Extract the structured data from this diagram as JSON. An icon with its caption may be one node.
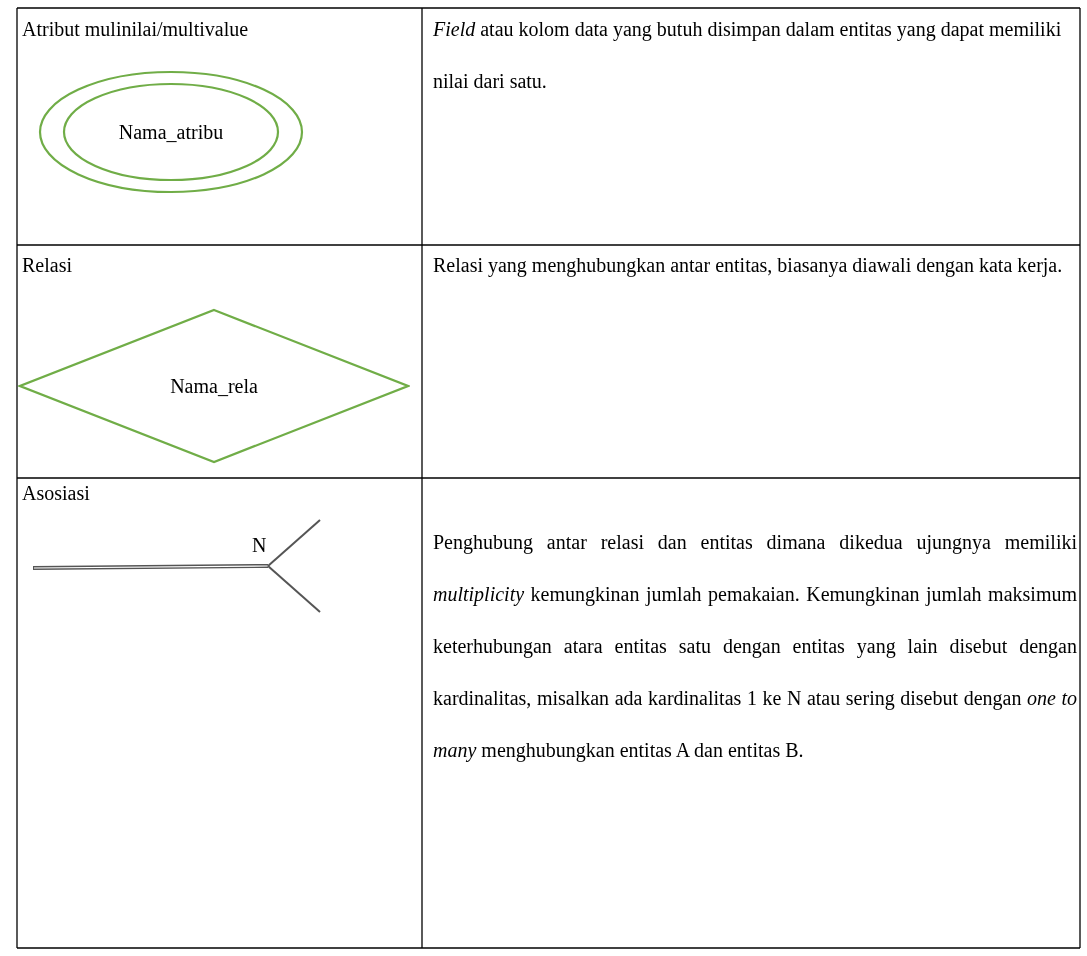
{
  "diagram": {
    "nodes": [
      {
        "text": [
          "Nama_atribu"
        ]
      },
      {
        "text": [
          "Nama_rela"
        ]
      }
    ],
    "edges": [],
    "labels": [
      "Atribut mulinilai/multivalue",
      "*Field* atau kolom data yang butuh disimpan dalam entitas yang dapat memiliki nilai dari satu.",
      "Relasi",
      "Relasi yang menghubungkan antar entitas, biasanya diawali dengan kata kerja.",
      "Asosiasi",
      "N",
      "Penghubung antar relasi dan entitas dimana dikedua ujungnya memiliki *multiplicity* kemungkinan jumlah pemakaian. Kemungkinan jumlah maksimum keterhubungan atara entitas satu dengan entitas yang lain disebut dengan kardinalitas, misalkan ada kardinalitas 1 ke N atau sering disebut dengan *one to many* menghubungkan entitas A dan entitas B."
    ]
  }
}
